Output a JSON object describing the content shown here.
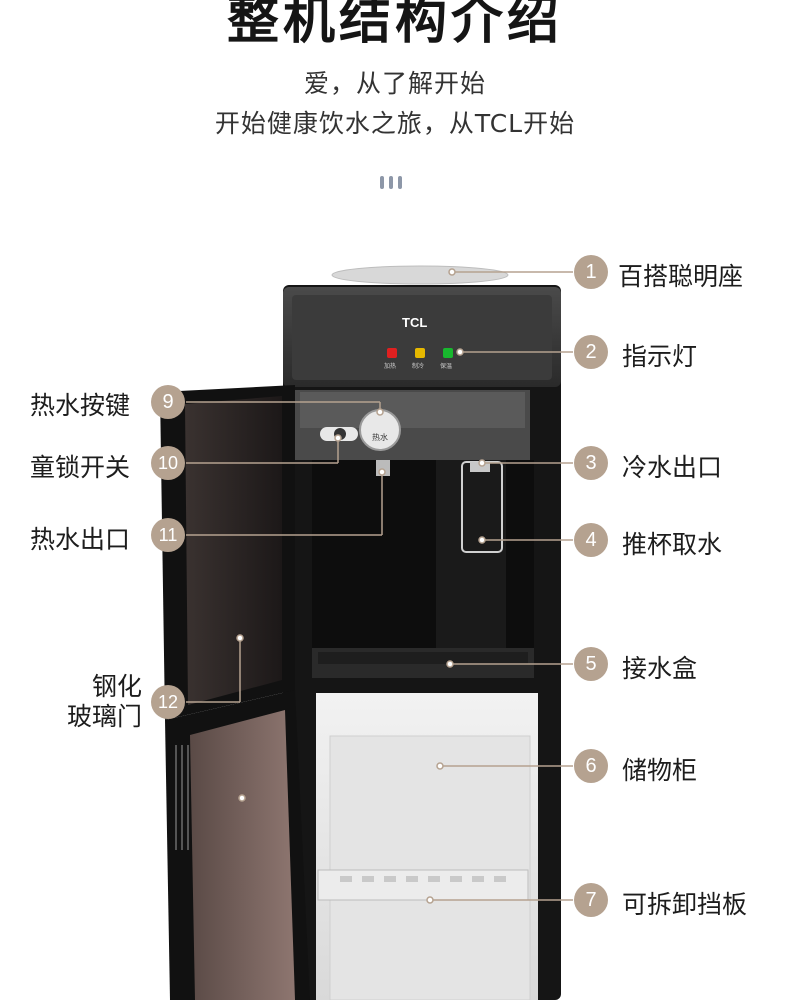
{
  "header": {
    "title": "整机结构介绍",
    "subtitle_line1": "爱，从了解开始",
    "subtitle_line2": "开始健康饮水之旅，从TCL开始"
  },
  "product": {
    "brand": "TCL",
    "indicator_lights": [
      {
        "label": "加热",
        "color": "#e02020"
      },
      {
        "label": "制冷",
        "color": "#e6b800"
      },
      {
        "label": "保温",
        "color": "#18b82e"
      }
    ],
    "button_text": "热水"
  },
  "callouts": [
    {
      "num": "1",
      "label": "百搭聪明座"
    },
    {
      "num": "2",
      "label": "指示灯"
    },
    {
      "num": "3",
      "label": "冷水出口"
    },
    {
      "num": "4",
      "label": "推杯取水"
    },
    {
      "num": "5",
      "label": "接水盒"
    },
    {
      "num": "6",
      "label": "储物柜"
    },
    {
      "num": "7",
      "label": "可拆卸挡板"
    },
    {
      "num": "9",
      "label": "热水按键"
    },
    {
      "num": "10",
      "label": "童锁开关"
    },
    {
      "num": "11",
      "label": "热水出口"
    },
    {
      "num": "12",
      "label_line1": "钢化",
      "label_line2": "玻璃门"
    }
  ],
  "colors": {
    "accent": "#b5a290",
    "body": "#1a1a1a"
  }
}
